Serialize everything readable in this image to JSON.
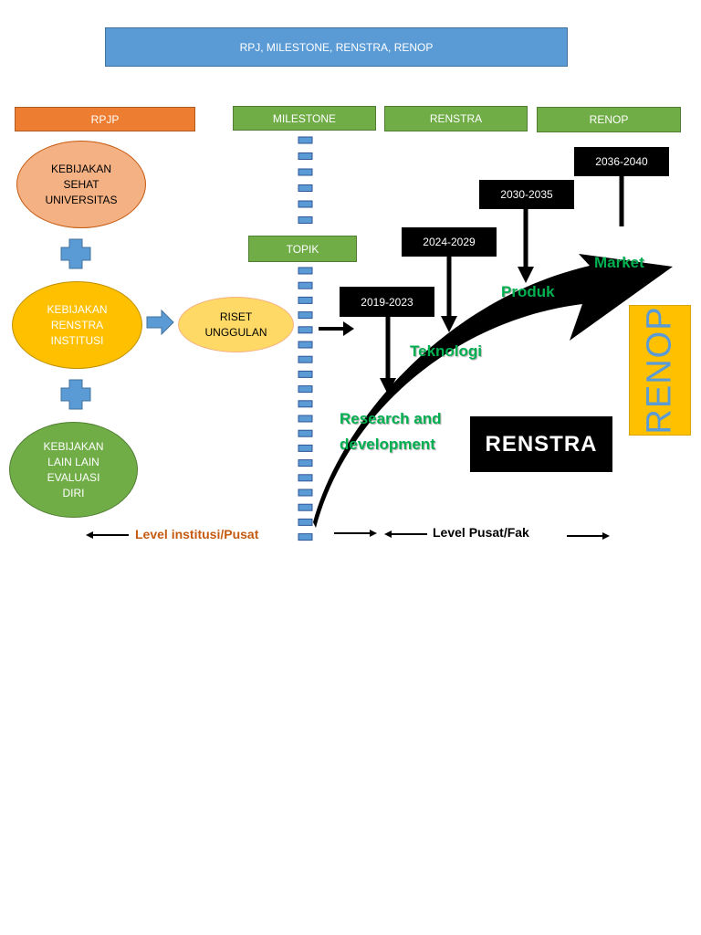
{
  "title": "RPJ, MILESTONE, RENSTRA, RENOP",
  "columns": {
    "rpjp": "RPJP",
    "milestone": "MILESTONE",
    "renstra": "RENSTRA",
    "renop": "RENOP"
  },
  "ellipses": {
    "sehat": "KEBIJAKAN SEHAT UNIVERSITAS",
    "renstra_institusi": "KEBIJAKAN RENSTRA INSTITUSI",
    "lain": "KEBIJAKAN LAIN LAIN EVALUASI DIRI",
    "riset": "RISET UNGGULAN"
  },
  "topik": "TOPIK",
  "periods": [
    "2019-2023",
    "2024-2029",
    "2030-2035",
    "2036-2040"
  ],
  "stages": {
    "rnd_line1": "Research and",
    "rnd_line2": "development",
    "teknologi": "Teknologi",
    "produk": "Produk",
    "market": "Market"
  },
  "renstra_label": "RENSTRA",
  "renop_label": "RENOP",
  "levels": {
    "institusi": "Level institusi/Pusat",
    "fak": "Level Pusat/Fak"
  },
  "colors": {
    "blue": "#5b9bd5",
    "orange": "#ed7d31",
    "green": "#70ad47",
    "yellow": "#ffc000",
    "salmon": "#f4b183",
    "stage_green": "#00b050",
    "level_orange": "#c55a11"
  }
}
